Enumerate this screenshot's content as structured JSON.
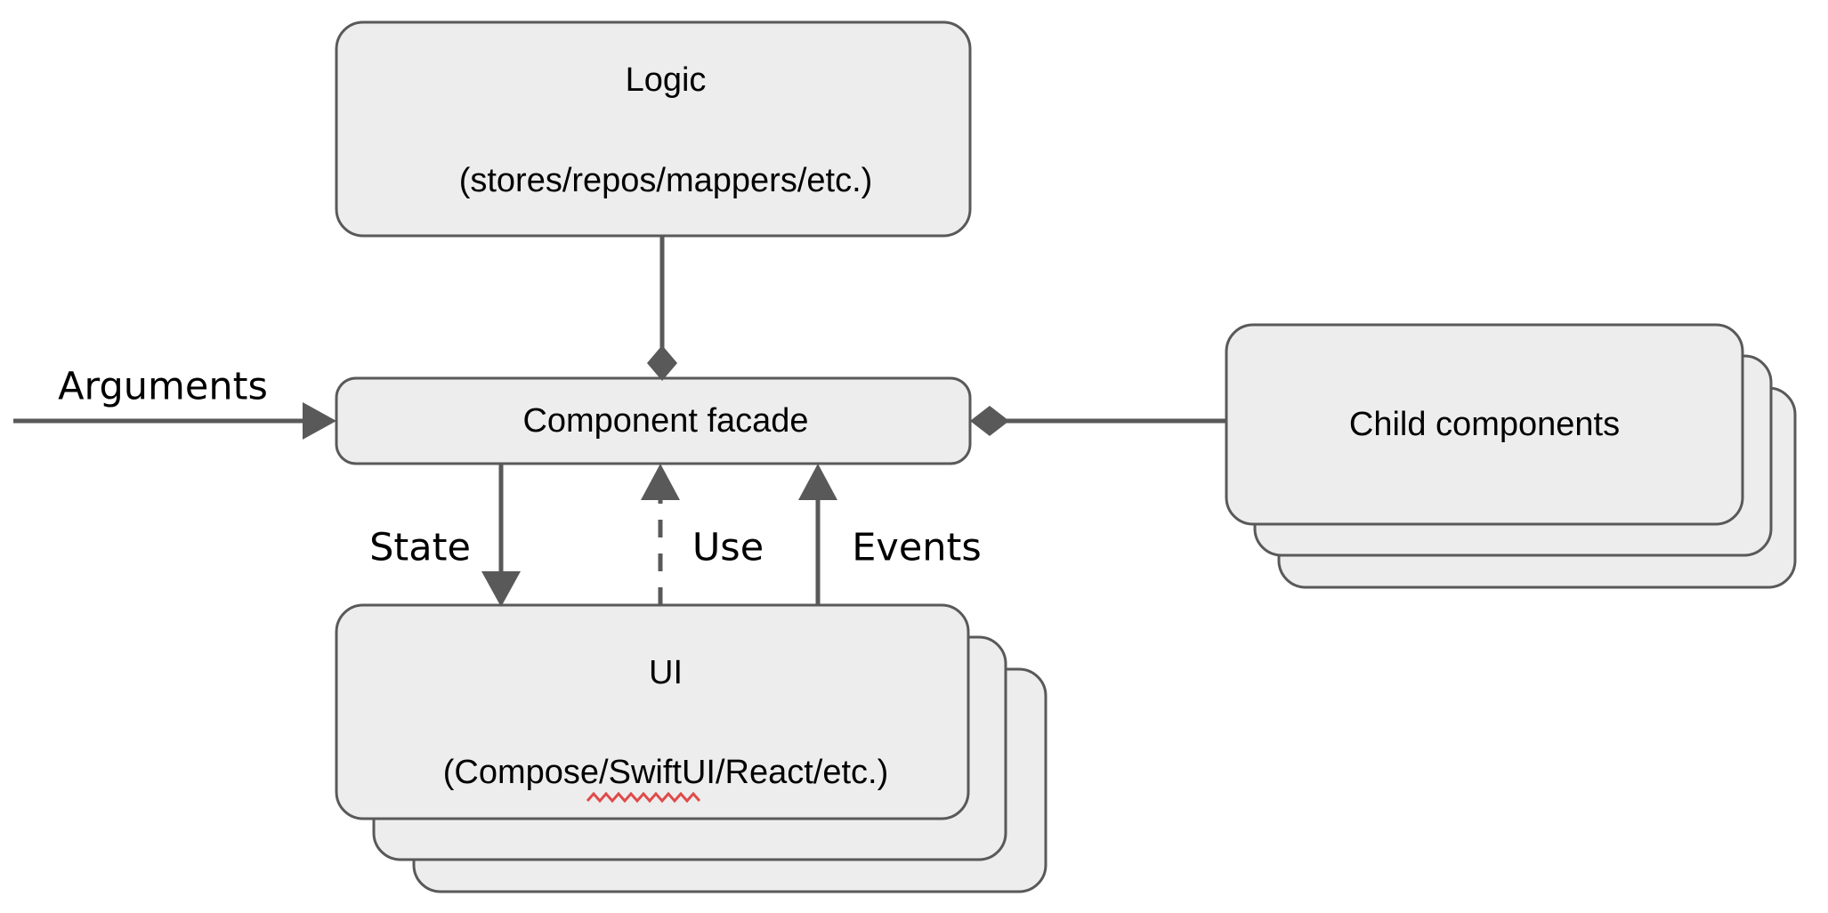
{
  "diagram": {
    "title": "Component architecture diagram",
    "colors": {
      "box_fill": "#ededed",
      "box_stroke": "#595959",
      "edge_stroke": "#595959",
      "text": "#000000",
      "spellcheck_underline": "#e04a4a",
      "background": "#ffffff"
    },
    "nodes": [
      {
        "id": "logic",
        "name": "logic-box",
        "line1": "Logic",
        "line2": "(stores/repos/mappers/etc.)",
        "stacked": false,
        "stack_count": 1
      },
      {
        "id": "facade",
        "name": "component-facade-box",
        "line1": "Component facade",
        "line2": "",
        "stacked": false,
        "stack_count": 1
      },
      {
        "id": "children",
        "name": "child-components-box",
        "line1": "Child components",
        "line2": "",
        "stacked": true,
        "stack_count": 3
      },
      {
        "id": "ui",
        "name": "ui-box",
        "line1": "UI",
        "line2": "(Compose/SwiftUI/React/etc.)",
        "stacked": true,
        "stack_count": 3
      }
    ],
    "edges": [
      {
        "id": "logic-to-facade",
        "name": "edge-logic-to-facade",
        "from": "logic",
        "to": "facade",
        "label": "",
        "style": "solid",
        "head": "diamond",
        "direction": "down"
      },
      {
        "id": "arguments-to-facade",
        "name": "edge-arguments-to-facade",
        "from": "",
        "to": "facade",
        "label": "Arguments",
        "style": "solid",
        "head": "arrow",
        "direction": "right"
      },
      {
        "id": "children-to-facade",
        "name": "edge-children-to-facade",
        "from": "children",
        "to": "facade",
        "label": "",
        "style": "solid",
        "head": "diamond",
        "direction": "left"
      },
      {
        "id": "facade-to-ui-state",
        "name": "edge-state",
        "from": "facade",
        "to": "ui",
        "label": "State",
        "style": "solid",
        "head": "arrow",
        "direction": "down"
      },
      {
        "id": "ui-to-facade-use",
        "name": "edge-use",
        "from": "ui",
        "to": "facade",
        "label": "Use",
        "style": "dashed",
        "head": "arrow",
        "direction": "up"
      },
      {
        "id": "ui-to-facade-events",
        "name": "edge-events",
        "from": "ui",
        "to": "facade",
        "label": "Events",
        "style": "solid",
        "head": "arrow",
        "direction": "up"
      }
    ],
    "labels": {
      "arguments": "Arguments",
      "state": "State",
      "use": "Use",
      "events": "Events"
    }
  }
}
